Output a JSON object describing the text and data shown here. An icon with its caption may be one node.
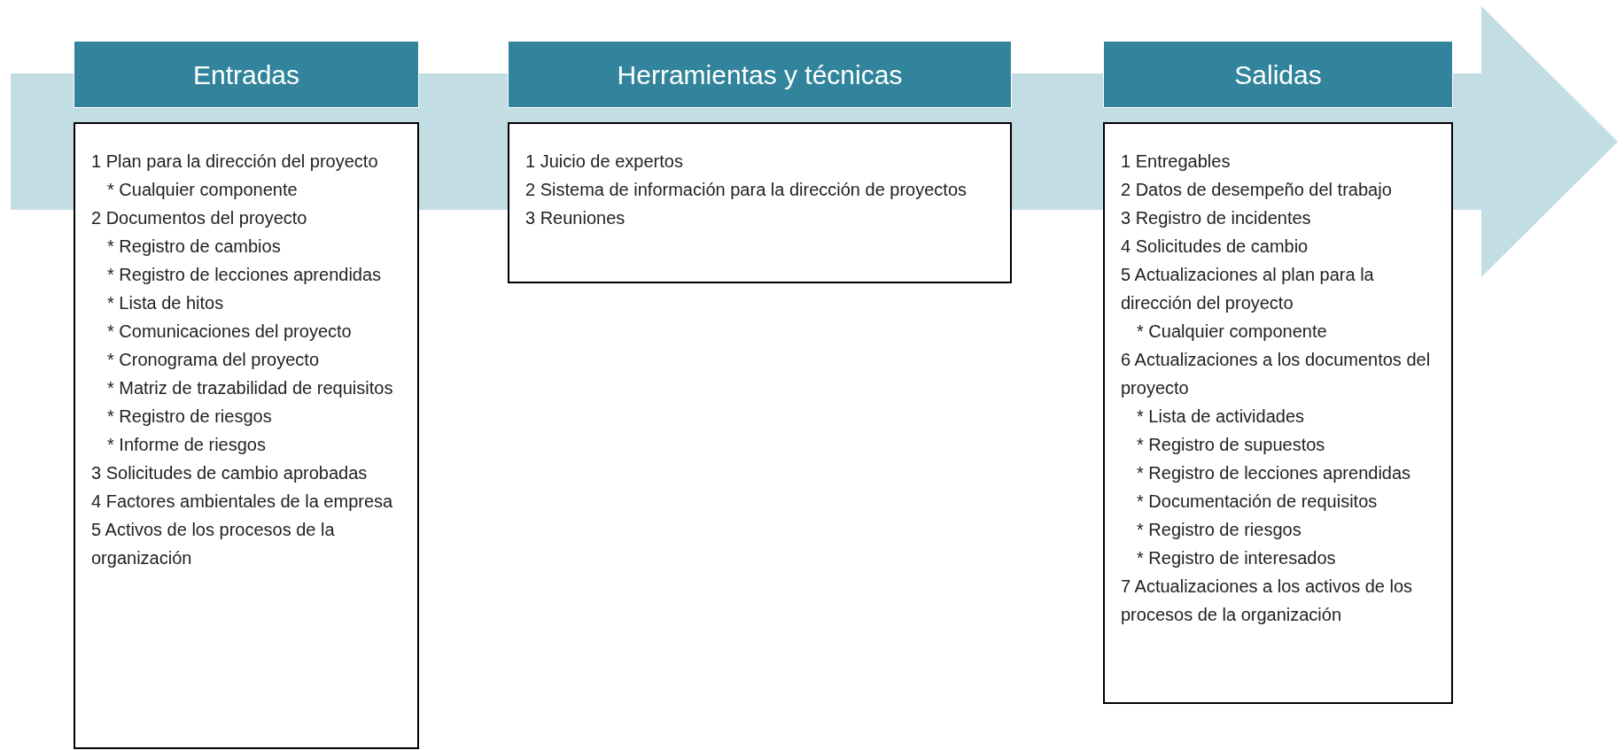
{
  "diagram": {
    "nodes": [
      {
        "text": [
          "Entradas"
        ]
      },
      {
        "text": [
          "1 Plan para la dirección del proyecto",
          "* Cualquier componente",
          "2 Documentos del proyecto",
          "* Registro de cambios",
          "* Registro de lecciones aprendidas",
          "* Lista de hitos",
          "* Comunicaciones del proyecto",
          "* Cronograma del proyecto",
          "* Matriz de trazabilidad de requisitos",
          "* Registro de riesgos",
          "* Informe de riesgos",
          "3 Solicitudes de cambio aprobadas",
          "4 Factores ambientales de la empresa",
          "5 Activos de los procesos de la organización"
        ]
      },
      {
        "text": [
          "Herramientas y técnicas"
        ]
      },
      {
        "text": [
          "1 Juicio de expertos",
          "2 Sistema de información para la dirección de proyectos",
          "3 Reuniones"
        ]
      },
      {
        "text": [
          "Salidas"
        ]
      },
      {
        "text": [
          "1 Entregables",
          "2 Datos de desempeño del trabajo",
          "3 Registro de incidentes",
          "4 Solicitudes de cambio",
          "5 Actualizaciones al plan para la dirección del proyecto",
          "* Cualquier componente",
          "6 Actualizaciones a los documentos del proyecto",
          "* Lista de actividades",
          "* Registro de supuestos",
          "* Registro de lecciones aprendidas",
          "* Documentación de requisitos",
          "* Registro de riesgos",
          "* Registro de interesados",
          "7 Actualizaciones a los activos de los procesos de la organización"
        ]
      }
    ],
    "edges": [
      {
        "from": 0,
        "to": 4,
        "arrow": "to",
        "style": "thick",
        "color": "#c3dde4"
      }
    ]
  }
}
